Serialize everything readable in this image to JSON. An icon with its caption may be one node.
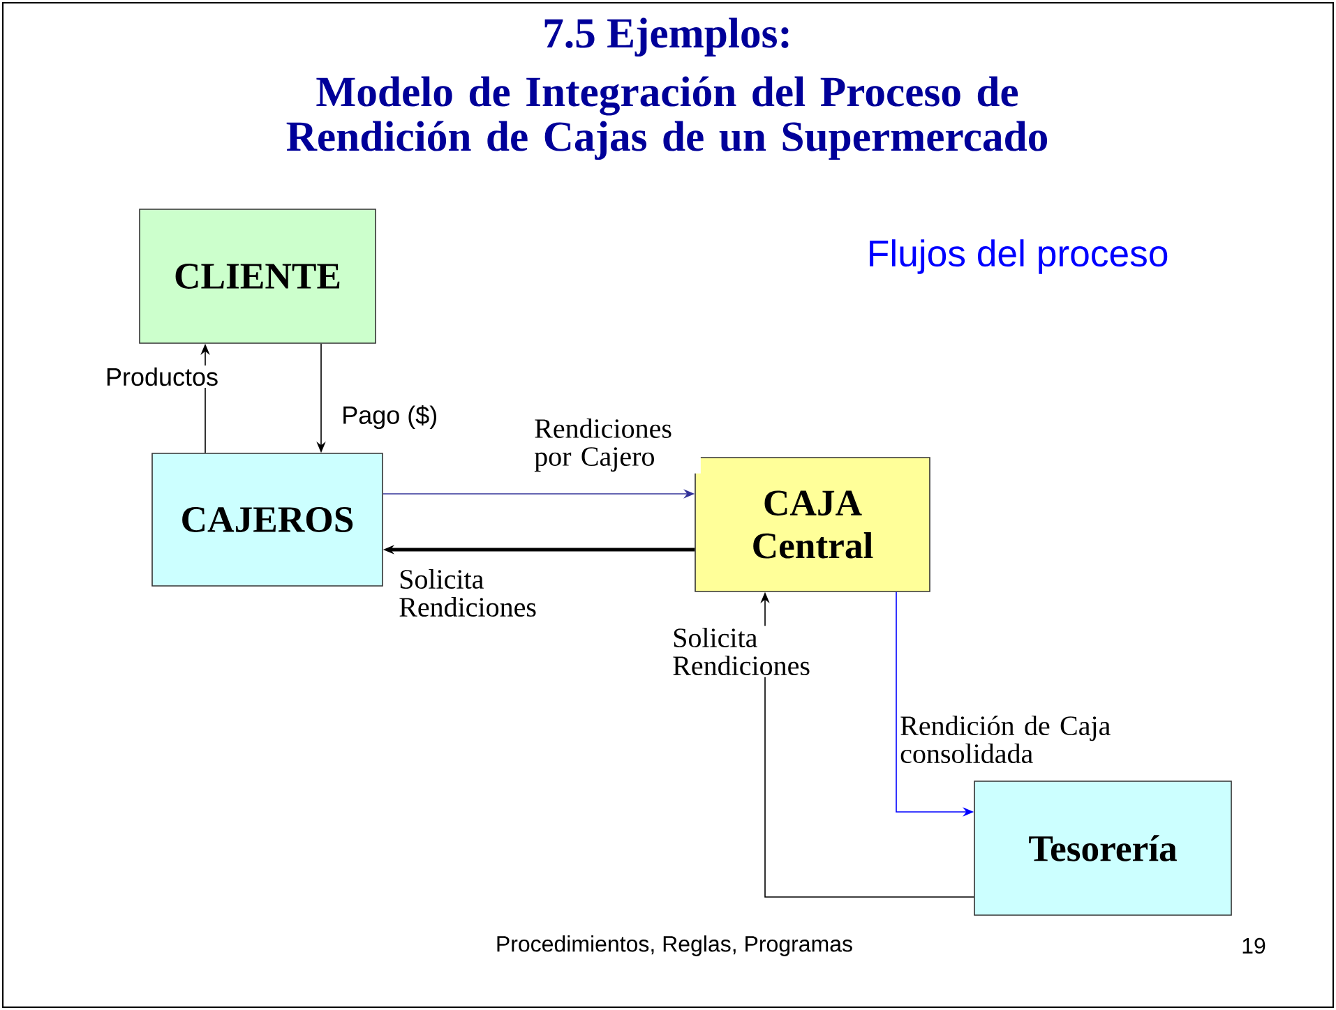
{
  "diagram": {
    "title": "7.5  Ejemplos:",
    "nodes": [
      {
        "text": [
          "CLIENTE"
        ]
      },
      {
        "text": [
          "CAJEROS"
        ]
      },
      {
        "text": [
          "CAJA Central"
        ]
      },
      {
        "text": [
          "Tesorería"
        ]
      }
    ],
    "edges": [
      {
        "from": 1,
        "to": 0,
        "arrow": "to",
        "label": "Productos"
      },
      {
        "from": 0,
        "to": 1,
        "arrow": "to",
        "label": "Pago ($)"
      },
      {
        "from": 1,
        "to": 2,
        "arrow": "to",
        "label": "Rendiciones por Cajero",
        "color": "#333399"
      },
      {
        "from": 2,
        "to": 1,
        "arrow": "to",
        "label": "Solicita Rendiciones",
        "style": "thick"
      },
      {
        "from": 3,
        "to": 2,
        "arrow": "to",
        "label": "Solicita Rendiciones"
      },
      {
        "from": 2,
        "to": 3,
        "arrow": "to",
        "label": "Rendición de Caja consolidada",
        "color": "#0000ff"
      }
    ],
    "labels": [
      "Modelo de Integración del Proceso de Rendición de Cajas de un Supermercado",
      "Flujos del proceso",
      "Procedimientos, Reglas, Programas",
      "19"
    ]
  }
}
